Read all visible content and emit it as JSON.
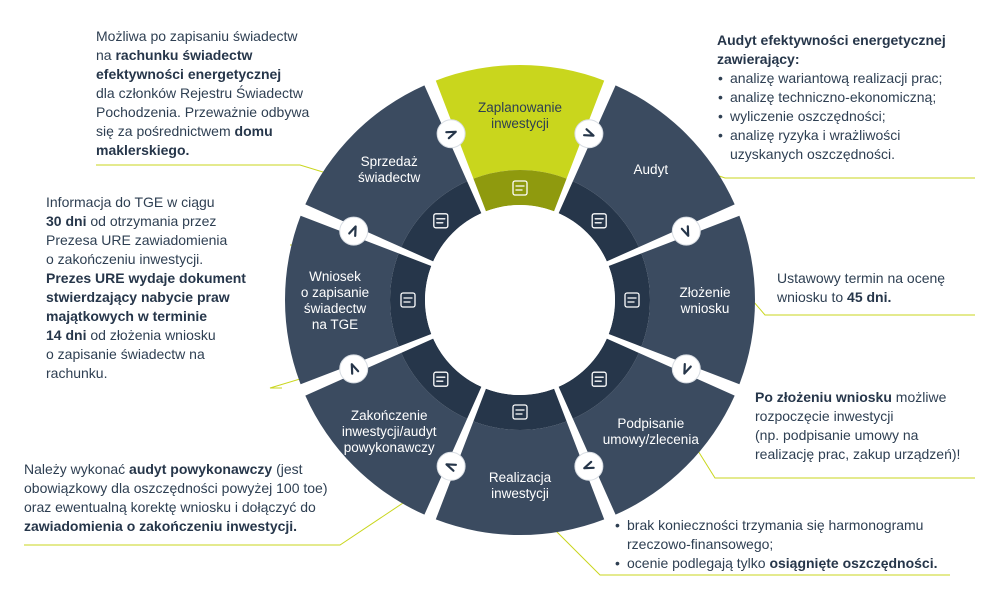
{
  "colors": {
    "segment": "#3b4b60",
    "highlight": "#c9d61d",
    "inner_ring": "#26364a",
    "highlight_inner": "#8f9a0e",
    "connector": "#c9d61d",
    "text": "#2e3f52"
  },
  "segments": [
    {
      "id": "planning",
      "lines": [
        "Zaplanowanie",
        "inwestycji"
      ],
      "icon": "handshake-icon",
      "highlight": true
    },
    {
      "id": "audit",
      "lines": [
        "Audyt"
      ],
      "icon": "briefcase-search-icon"
    },
    {
      "id": "application",
      "lines": [
        "Złożenie",
        "wniosku"
      ],
      "icon": "document-money-icon"
    },
    {
      "id": "contract",
      "lines": [
        "Podpisanie",
        "umowy/zlecenia"
      ],
      "icon": "document-pen-icon"
    },
    {
      "id": "realization",
      "lines": [
        "Realizacja",
        "inwestycji"
      ],
      "icon": "target-icon"
    },
    {
      "id": "completion",
      "lines": [
        "Zakończenie",
        "inwestycji/audyt",
        "powykonawczy"
      ],
      "icon": "badge-icon"
    },
    {
      "id": "tge-request",
      "lines": [
        "Wniosek",
        "o zapisanie",
        "świadectw",
        "na TGE"
      ],
      "icon": "gear-icon"
    },
    {
      "id": "sale",
      "lines": [
        "Sprzedaż",
        "świadectw"
      ],
      "icon": "chart-cash-icon"
    }
  ],
  "notes": {
    "top_left": {
      "t1": "Możliwa po zapisaniu świadectw",
      "t2": "na ",
      "b1": "rachunku świadectw",
      "b2": "efektywności energetycznej",
      "t3": "dla członków Rejestru Świadectw",
      "t4": "Pochodzenia. Przeważnie odbywa",
      "t5": "się za pośrednictwem ",
      "b3": "domu",
      "b4": "maklerskiego."
    },
    "left_middle": {
      "t1": "Informacja do TGE w ciągu",
      "b1": "30 dni",
      "t2": " od otrzymania przez",
      "t3": "Prezesa URE zawiadomienia",
      "t4": "o zakończeniu inwestycji.",
      "b2": "Prezes URE wydaje dokument",
      "b3": "stwierdzający nabycie praw",
      "b4": "majątkowych w terminie",
      "b5": "14 dni",
      "t5": " od złożenia wniosku",
      "t6": "o zapisanie świadectw na",
      "t7": "rachunku."
    },
    "bottom_left": {
      "t1": "Należy wykonać ",
      "b1": "audyt powykonawczy",
      "t2": " (jest",
      "t3": "obowiązkowy dla oszczędności powyżej 100 toe)",
      "t4": "oraz ewentualną korektę wniosku i dołączyć do",
      "b2": "zawiadomienia o zakończeniu inwestycji."
    },
    "top_right": {
      "heading1": "Audyt efektywności energetycznej",
      "heading2": "zawierający:",
      "items": [
        "analizę wariantową realizacji prac;",
        "analizę techniczno-ekonomiczną;",
        "wyliczenie oszczędności;",
        "analizę ryzyka i wrażliwości"
      ],
      "item_cont": "uzyskanych oszczędności."
    },
    "right_middle": {
      "t1": "Ustawowy termin na ocenę",
      "t2": "wniosku to ",
      "b1": "45 dni."
    },
    "right_lower": {
      "b1": "Po złożeniu wniosku",
      "t1": " możliwe",
      "t2": "rozpoczęcie inwestycji",
      "t3": "(np. podpisanie umowy na",
      "t4": "realizację prac, zakup urządzeń)!"
    },
    "bottom_right": {
      "item1_a": "brak konieczności trzymania się harmonogramu",
      "item1_b": "rzeczowo-finansowego;",
      "item2_t": "ocenie podlegają tylko ",
      "item2_b": "osiągnięte oszczędności."
    }
  }
}
